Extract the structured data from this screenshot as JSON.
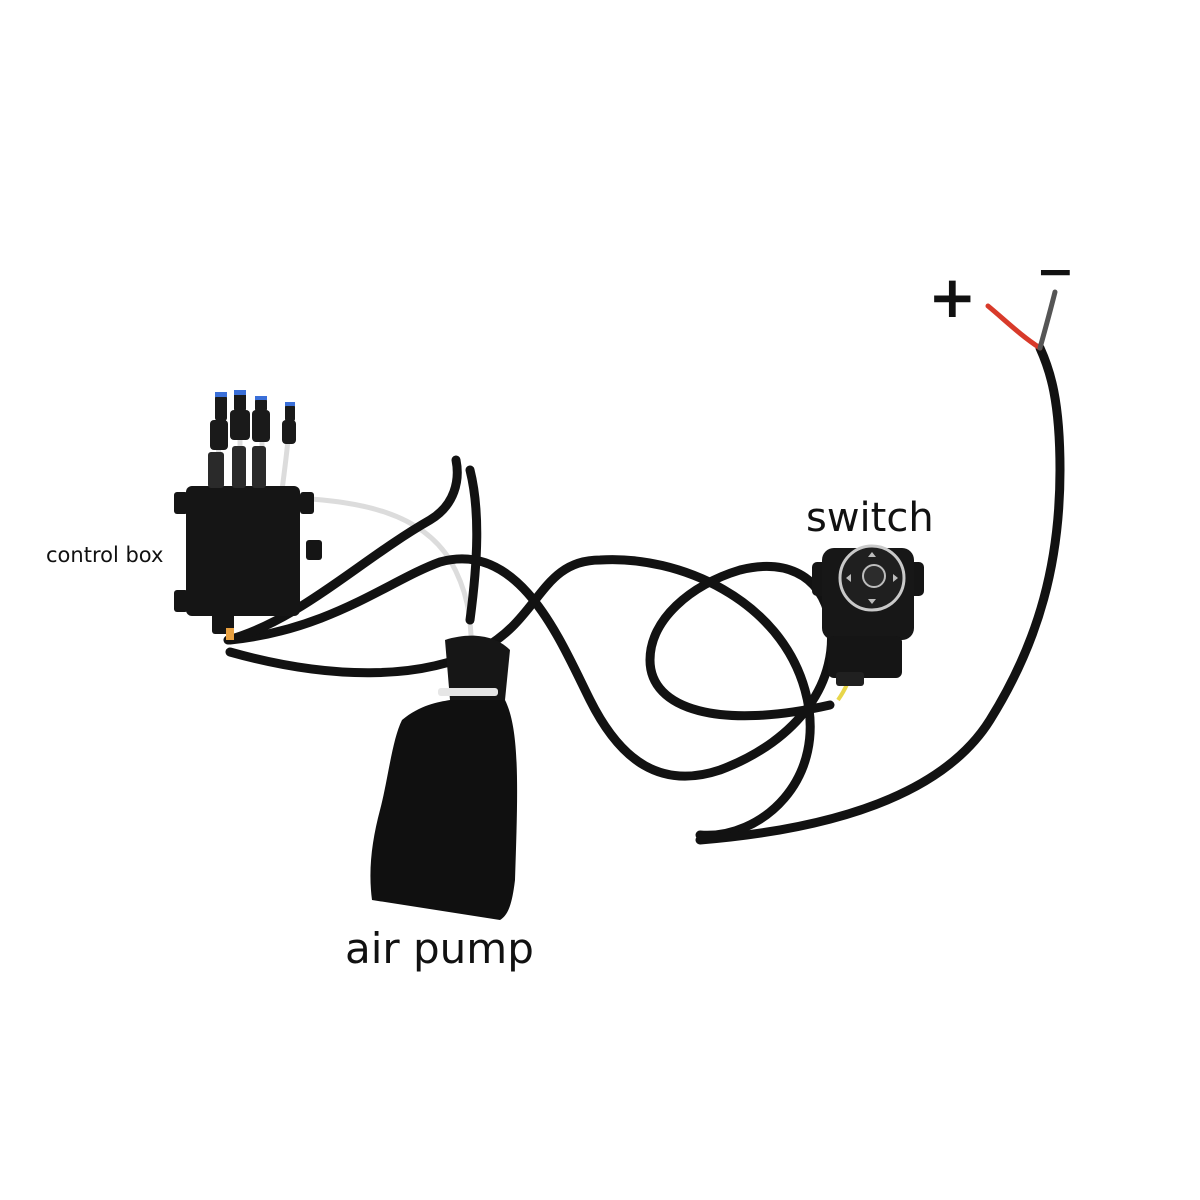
{
  "labels": {
    "control_box": "control box",
    "switch": "switch",
    "air_pump": "air pump",
    "positive": "+",
    "negative": "−"
  },
  "colors": {
    "background": "#ffffff",
    "cable": "#121212",
    "device": "#151515",
    "air_tube": "#dcdcdc",
    "fitting_accent": "#3a6fd8",
    "positive_wire": "#d83a2a",
    "signal_wire": "#e8d64a"
  },
  "icons": [
    "control-box-device",
    "switch-device",
    "air-pump-bag",
    "cable",
    "wire-end-positive",
    "wire-end-negative"
  ]
}
